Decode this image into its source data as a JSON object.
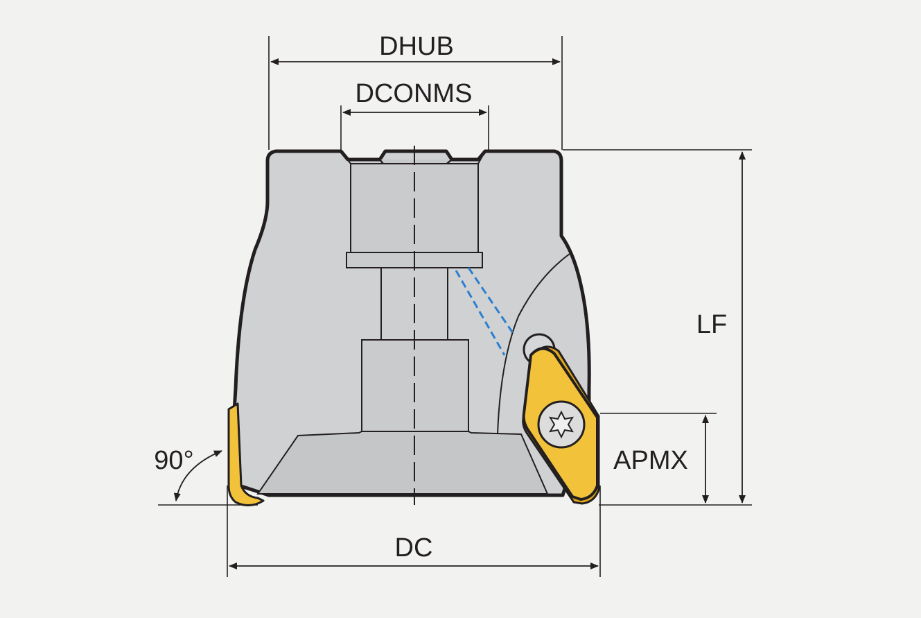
{
  "labels": {
    "dhub": "DHUB",
    "dconms": "DCONMS",
    "lf": "LF",
    "apmx": "APMX",
    "dc": "DC",
    "angle": "90°"
  },
  "colors": {
    "background": "#f2f2f1",
    "body_fill": "#cfd1d3",
    "body_face": "#c4c6c8",
    "insert_fill": "#f2c23a",
    "insert_shadow": "#e0a81f",
    "coolant_line": "#2a7fd0",
    "outline": "#231f20"
  },
  "icons": {
    "screw": "torx-screw-icon"
  }
}
